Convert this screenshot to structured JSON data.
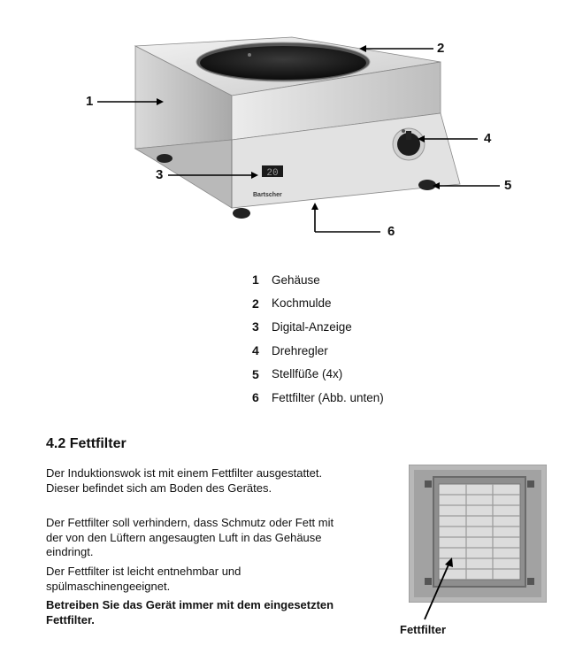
{
  "legend": [
    {
      "num": "1",
      "label": "Gehäuse"
    },
    {
      "num": "2",
      "label": "Kochmulde"
    },
    {
      "num": "3",
      "label": "Digital-Anzeige"
    },
    {
      "num": "4",
      "label": "Drehregler"
    },
    {
      "num": "5",
      "label": "Stellfüße (4x)"
    },
    {
      "num": "6",
      "label": "Fettfilter (Abb. unten)"
    }
  ],
  "figure": {
    "callouts": [
      "1",
      "2",
      "3",
      "4",
      "5",
      "6"
    ],
    "display_value": "20",
    "brand_label": "Bartscher"
  },
  "section": {
    "title": "4.2 Fettfilter",
    "paragraphs": [
      "Der Induktionswok ist mit einem Fettfilter ausgestattet. Dieser befindet sich am Boden des Gerätes.",
      "Der Fettfilter soll verhindern, dass Schmutz oder Fett mit der von den Lüftern angesaugten Luft in das Gehäuse eindringt.",
      "Der Fettfilter ist leicht entnehmbar und spülmaschinengeeignet."
    ],
    "warning": "Betreiben Sie das Gerät immer mit dem eingesetzten Fettfilter.",
    "photo_caption": "Fettfilter"
  }
}
